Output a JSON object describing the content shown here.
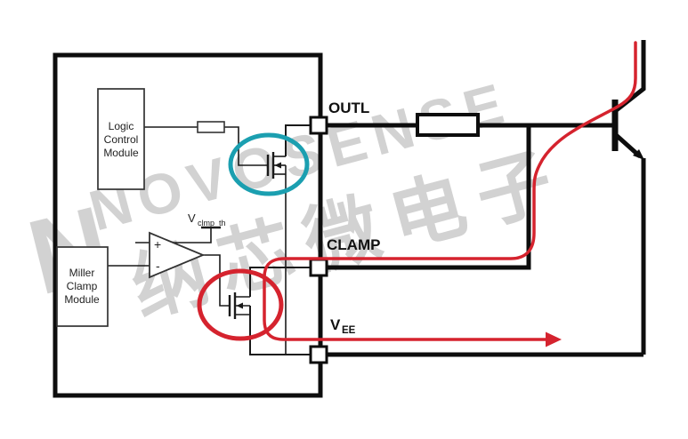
{
  "diagram": {
    "pins": {
      "outl": "OUTL",
      "clamp": "CLAMP",
      "vee_main": "V",
      "vee_sub": "EE"
    },
    "modules": {
      "logic": {
        "lines": [
          "Logic",
          "Control",
          "Module"
        ]
      },
      "miller": {
        "lines": [
          "Miller",
          "Clamp",
          "Module"
        ]
      }
    },
    "comparator": {
      "plus": "+",
      "minus": "-",
      "ref_main": "V",
      "ref_sub": "clmp_th"
    },
    "watermark": {
      "logo": "N",
      "latin": "NOVOSENSE",
      "cn": "纳芯微电子"
    },
    "colors": {
      "teal": "#1b9fb0",
      "red": "#d5232e",
      "wire": "#0d0d0d",
      "watermark": "#c7c7c7"
    }
  }
}
